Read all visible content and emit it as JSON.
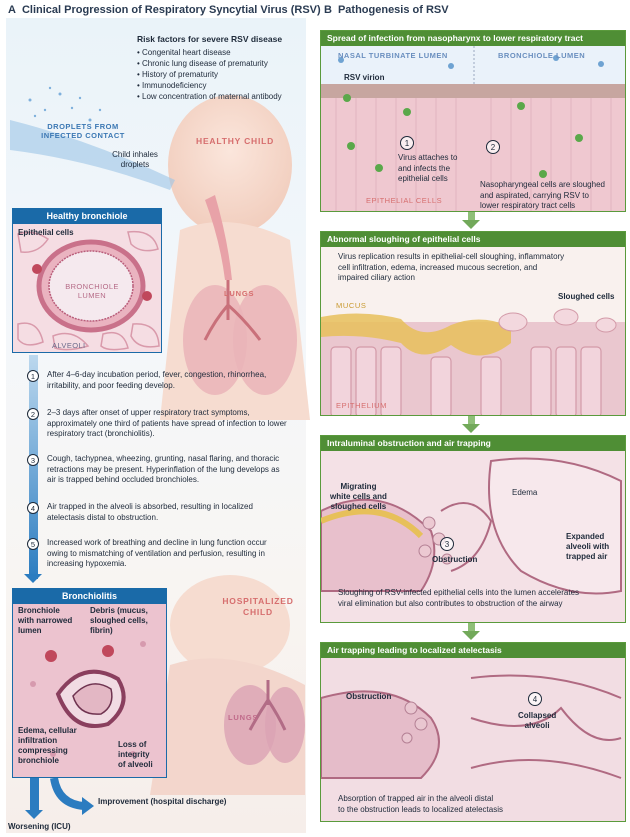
{
  "panelA": {
    "letter": "A",
    "title": "Clinical Progression of Respiratory Syncytial Virus (RSV)",
    "risk_title": "Risk factors for severe RSV disease",
    "risk_factors": [
      "Congenital heart disease",
      "Chronic lung disease of prematurity",
      "History of prematurity",
      "Immunodeficiency",
      "Low concentration of maternal antibody"
    ],
    "droplets_label_1": "DROPLETS FROM",
    "droplets_label_2": "INFECTED CONTACT",
    "child_inhales_1": "Child inhales",
    "child_inhales_2": "droplets",
    "healthy_child": "HEALTHY CHILD",
    "lungs_top": "LUNGS",
    "healthy_bronchiole": {
      "header": "Healthy bronchiole",
      "epithelial": "Epithelial cells",
      "lumen_1": "BRONCHIOLE",
      "lumen_2": "LUMEN",
      "alveoli": "ALVEOLI"
    },
    "steps": [
      {
        "num": "1",
        "text": "After 4–6-day incubation period, fever, congestion, rhinorrhea, irritability, and poor feeding develop."
      },
      {
        "num": "2",
        "text": "2–3 days after onset of upper respiratory tract symptoms, approximately one third of patients have spread of infection to lower respiratory tract (bronchiolitis)."
      },
      {
        "num": "3",
        "text": "Cough, tachypnea, wheezing, grunting, nasal flaring, and thoracic retractions may be present. Hyperinflation of the lung develops as air is trapped behind occluded bronchioles."
      },
      {
        "num": "4",
        "text": "Air trapped in the alveoli is absorbed, resulting in localized atelectasis distal to obstruction."
      },
      {
        "num": "5",
        "text": "Increased work of breathing and decline in lung function occur owing to mismatching of ventilation and perfusion, resulting in increasing hypoxemia."
      }
    ],
    "bronchiolitis": {
      "header": "Bronchiolitis",
      "narrowed_1": "Bronchiole",
      "narrowed_2": "with narrowed",
      "narrowed_3": "lumen",
      "debris_1": "Debris (mucus,",
      "debris_2": "sloughed cells,",
      "debris_3": "fibrin)",
      "edema_1": "Edema, cellular",
      "edema_2": "infiltration",
      "edema_3": "compressing",
      "edema_4": "bronchiole",
      "loss_1": "Loss of",
      "loss_2": "integrity",
      "loss_3": "of alveoli"
    },
    "hospitalized_1": "HOSPITALIZED",
    "hospitalized_2": "CHILD",
    "lungs_bottom": "LUNGS",
    "worsening": "Worsening (ICU)",
    "improvement": "Improvement (hospital discharge)"
  },
  "panelB": {
    "letter": "B",
    "title": "Pathogenesis of RSV",
    "box1": {
      "header": "Spread of infection from nasopharynx to lower respiratory tract",
      "nasal": "NASAL TURBINATE LUMEN",
      "bronch": "BRONCHIOLE LUMEN",
      "virion": "RSV virion",
      "num1": "1",
      "cap1_1": "Virus attaches to",
      "cap1_2": "and infects the",
      "cap1_3": "epithelial cells",
      "epi": "EPITHELIAL CELLS",
      "num2": "2",
      "cap2_1": "Nasopharyngeal cells are sloughed",
      "cap2_2": "and aspirated, carrying  RSV to",
      "cap2_3": "lower respiratory tract cells"
    },
    "box2": {
      "header": "Abnormal sloughing of epithelial cells",
      "text_1": "Virus replication results in epithelial-cell sloughing, inflammatory",
      "text_2": "cell infiltration, edema, increased mucous secretion, and",
      "text_3": "impaired ciliary action",
      "sloughed": "Sloughed cells",
      "mucus": "MUCUS",
      "epithelium": "EPITHELIUM"
    },
    "box3": {
      "header": "Intraluminal obstruction and air trapping",
      "migrating_1": "Migrating",
      "migrating_2": "white cells and",
      "migrating_3": "sloughed cells",
      "edema": "Edema",
      "num": "3",
      "obstruction": "Obstruction",
      "expanded_1": "Expanded",
      "expanded_2": "alveoli with",
      "expanded_3": "trapped air",
      "cap_1": "Sloughing of RSV-infected epithelial cells into the lumen accelerates",
      "cap_2": "viral elimination but also contributes to obstruction of the airway"
    },
    "box4": {
      "header": "Air trapping leading to localized atelectasis",
      "obstruction": "Obstruction",
      "num": "4",
      "collapsed_1": "Collapsed",
      "collapsed_2": "alveoli",
      "cap_1": "Absorption of trapped air in the alveoli distal",
      "cap_2": "to the obstruction leads to localized atelectasis"
    }
  },
  "colors": {
    "blue_header": "#1a6aa8",
    "green_header": "#4f8e35",
    "pink_tissue": "#f4e3e6",
    "label_pink": "#d66e6e",
    "label_blue": "#3c78b4"
  }
}
